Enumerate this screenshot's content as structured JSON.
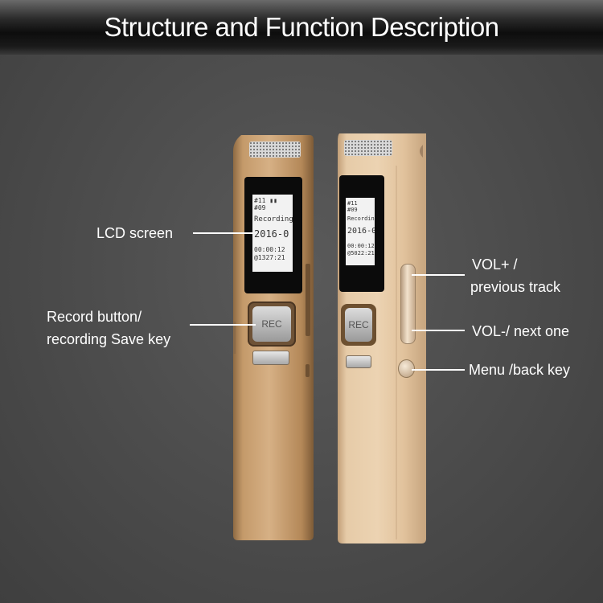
{
  "header": {
    "title": "Structure and Function Description"
  },
  "labels": {
    "lcd_screen": "LCD screen",
    "record_button_line1": "Record button/",
    "record_button_line2": "recording Save key",
    "vol_plus_line1": "VOL+  /",
    "vol_plus_line2": "previous track",
    "vol_minus": "VOL-/ next one",
    "menu_back": "Menu /back key"
  },
  "device_left": {
    "lcd": {
      "line1": "#11 ▮▮",
      "line2": "#09",
      "line3": "Recording",
      "line4": "2016-0",
      "line5": "00:00:12",
      "line6": "@1327:21"
    },
    "rec_label": "REC"
  },
  "device_right": {
    "lcd": {
      "line1": "#11",
      "line2": "#09",
      "line3": "Recording",
      "line4": "2016-0",
      "line5": "00:00:12",
      "line6": "@5022:21"
    },
    "rec_label": "REC"
  },
  "colors": {
    "left_body": "#b88e5e",
    "right_body": "#ddbf97",
    "background": "#4a4a4a",
    "header_text": "#ffffff"
  }
}
